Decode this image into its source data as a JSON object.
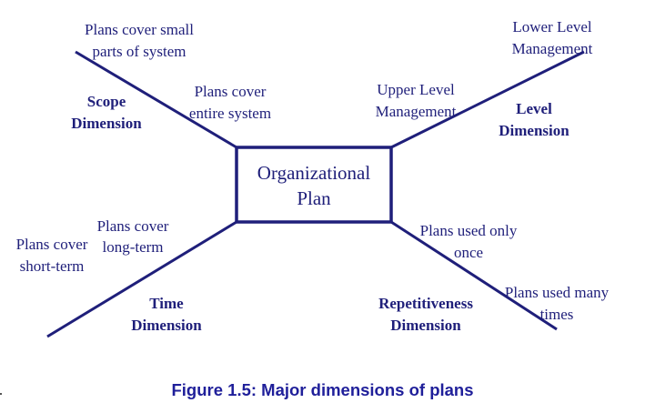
{
  "center": {
    "line1": "Organizational",
    "line2": "Plan"
  },
  "scope": {
    "dimension": [
      "Scope",
      "Dimension"
    ],
    "outer": [
      "Plans cover small",
      "parts of system"
    ],
    "inner": [
      "Plans cover",
      "entire system"
    ]
  },
  "level": {
    "dimension": [
      "Level",
      "Dimension"
    ],
    "outer": [
      "Lower Level",
      "Management"
    ],
    "inner": [
      "Upper Level",
      "Management"
    ]
  },
  "time": {
    "dimension": [
      "Time",
      "Dimension"
    ],
    "outer": [
      "Plans cover",
      "short-term"
    ],
    "inner": [
      "Plans cover",
      "long-term"
    ]
  },
  "repetitiveness": {
    "dimension": [
      "Repetitiveness",
      "Dimension"
    ],
    "outer": [
      "Plans used many",
      "times"
    ],
    "inner": [
      "Plans used only",
      "once"
    ]
  },
  "caption": "Figure 1.5: Major dimensions of plans",
  "colors": {
    "ink": "#1f1f7a",
    "caption": "#1f1f9a"
  }
}
